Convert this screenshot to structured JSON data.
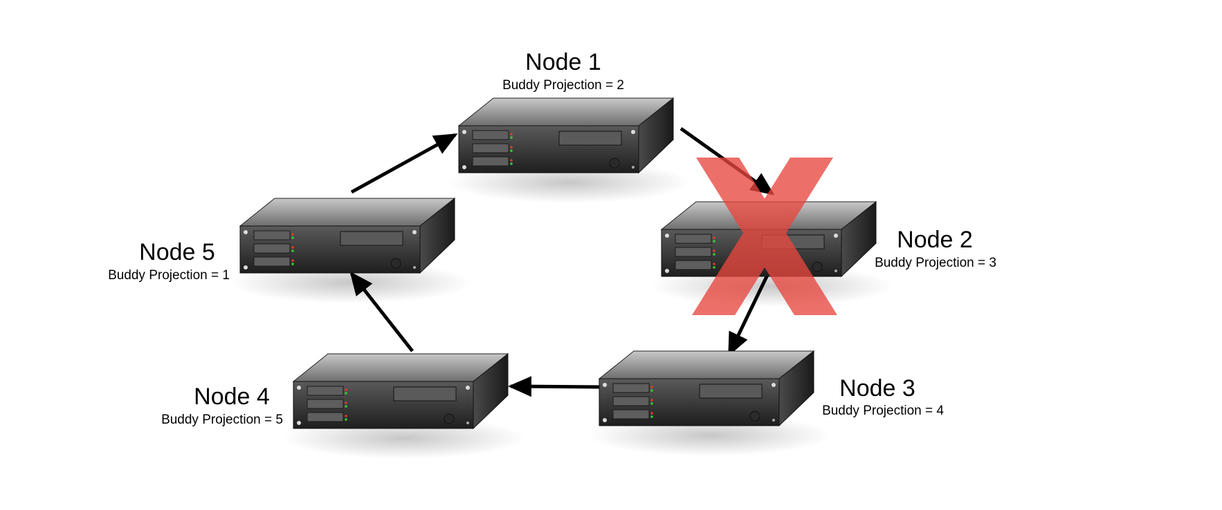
{
  "nodes": [
    {
      "id": "node-1",
      "name": "Node 1",
      "buddy": "Buddy Projection = 2",
      "failed": false
    },
    {
      "id": "node-2",
      "name": "Node 2",
      "buddy": "Buddy Projection = 3",
      "failed": true
    },
    {
      "id": "node-3",
      "name": "Node 3",
      "buddy": "Buddy Projection = 4",
      "failed": false
    },
    {
      "id": "node-4",
      "name": "Node 4",
      "buddy": "Buddy Projection = 5",
      "failed": false
    },
    {
      "id": "node-5",
      "name": "Node 5",
      "buddy": "Buddy Projection = 1",
      "failed": false
    }
  ],
  "edges": [
    {
      "from": "Node 1",
      "to": "Node 2"
    },
    {
      "from": "Node 2",
      "to": "Node 3"
    },
    {
      "from": "Node 3",
      "to": "Node 4"
    },
    {
      "from": "Node 4",
      "to": "Node 5"
    },
    {
      "from": "Node 5",
      "to": "Node 1"
    }
  ],
  "colors": {
    "failure_mark": "#e8473f",
    "arrow": "#000000",
    "server_front": "#3a3a3a",
    "server_top": "#9a9a9a",
    "led_green": "#2fd02f",
    "led_red": "#e33a2a"
  }
}
